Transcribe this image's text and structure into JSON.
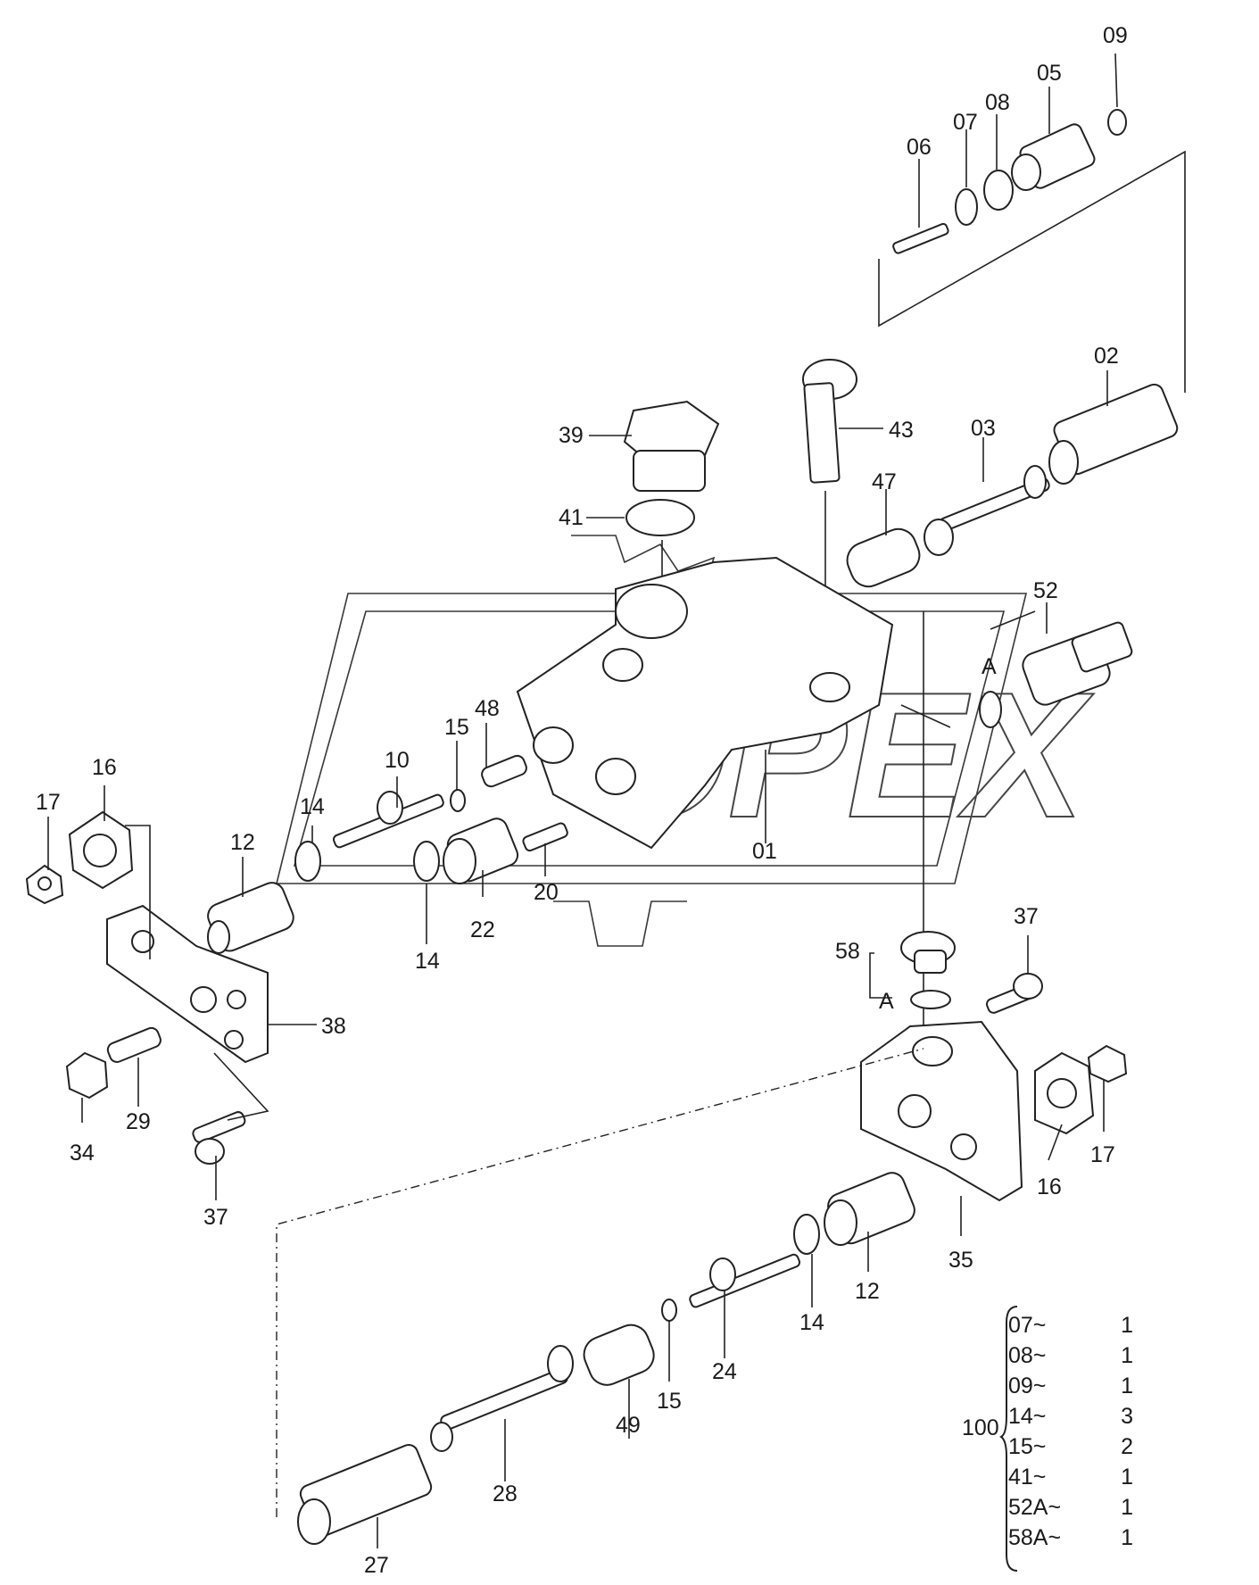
{
  "diagram": {
    "corner_text": "",
    "part_labels": {
      "p01": "01",
      "p02": "02",
      "p03": "03",
      "p05": "05",
      "p06": "06",
      "p07": "07",
      "p08": "08",
      "p09": "09",
      "p10": "10",
      "p12a": "12",
      "p12b": "12",
      "p14a": "14",
      "p14b": "14",
      "p14c": "14",
      "p15a": "15",
      "p15b": "15",
      "p16a": "16",
      "p16b": "16",
      "p17a": "17",
      "p17b": "17",
      "p20": "20",
      "p22": "22",
      "p24": "24",
      "p27": "27",
      "p28": "28",
      "p29": "29",
      "p34": "34",
      "p35": "35",
      "p37a": "37",
      "p37b": "37",
      "p38": "38",
      "p39": "39",
      "p41": "41",
      "p43": "43",
      "p47": "47",
      "p48": "48",
      "p49": "49",
      "p52": "52",
      "p58": "58",
      "pA1": "A",
      "pA2": "A"
    },
    "watermark": "OPEX"
  },
  "kit": {
    "code": "100",
    "items": [
      {
        "part": "07~",
        "qty": "1"
      },
      {
        "part": "08~",
        "qty": "1"
      },
      {
        "part": "09~",
        "qty": "1"
      },
      {
        "part": "14~",
        "qty": "3"
      },
      {
        "part": "15~",
        "qty": "2"
      },
      {
        "part": "41~",
        "qty": "1"
      },
      {
        "part": "52A~",
        "qty": "1"
      },
      {
        "part": "58A~",
        "qty": "1"
      }
    ]
  }
}
